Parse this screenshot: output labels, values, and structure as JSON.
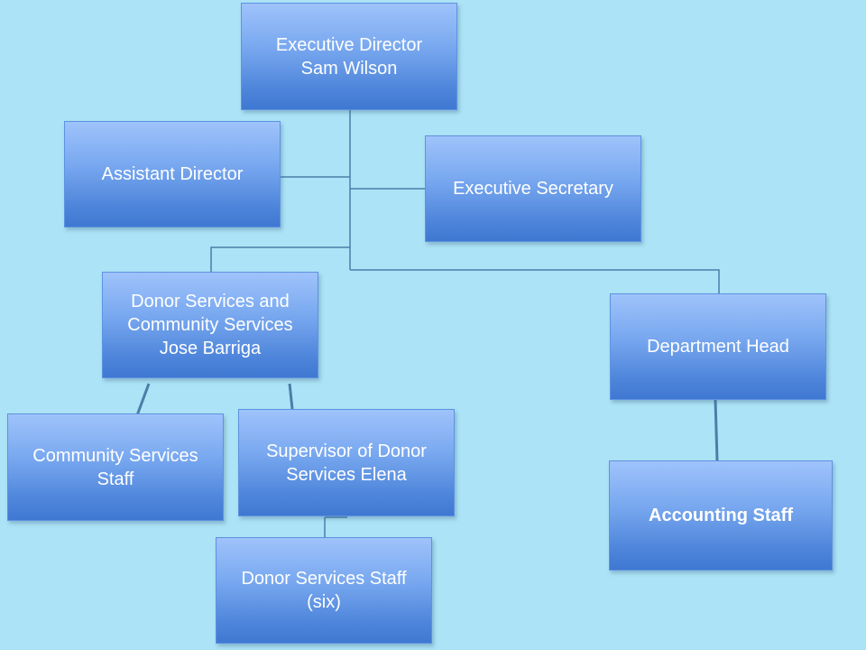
{
  "org_chart": {
    "executive_director": {
      "text": "Executive Director\nSam Wilson"
    },
    "assistant_director": {
      "text": "Assistant Director"
    },
    "executive_secretary": {
      "text": "Executive Secretary"
    },
    "donor_community_services": {
      "text": "Donor Services and\nCommunity Services\nJose Barriga"
    },
    "department_head": {
      "text": "Department Head"
    },
    "community_services_staff": {
      "text": "Community Services\nStaff"
    },
    "supervisor_donor_services": {
      "text": "Supervisor of Donor\nServices Elena"
    },
    "donor_services_staff": {
      "text": "Donor Services Staff\n(six)"
    },
    "accounting_staff": {
      "text": "Accounting Staff"
    }
  },
  "colors": {
    "background": "#ade3f6",
    "box_top": "#9fc3fb",
    "box_bottom": "#3f78d2",
    "connector": "#4a7fa8",
    "text": "#ffffff"
  }
}
